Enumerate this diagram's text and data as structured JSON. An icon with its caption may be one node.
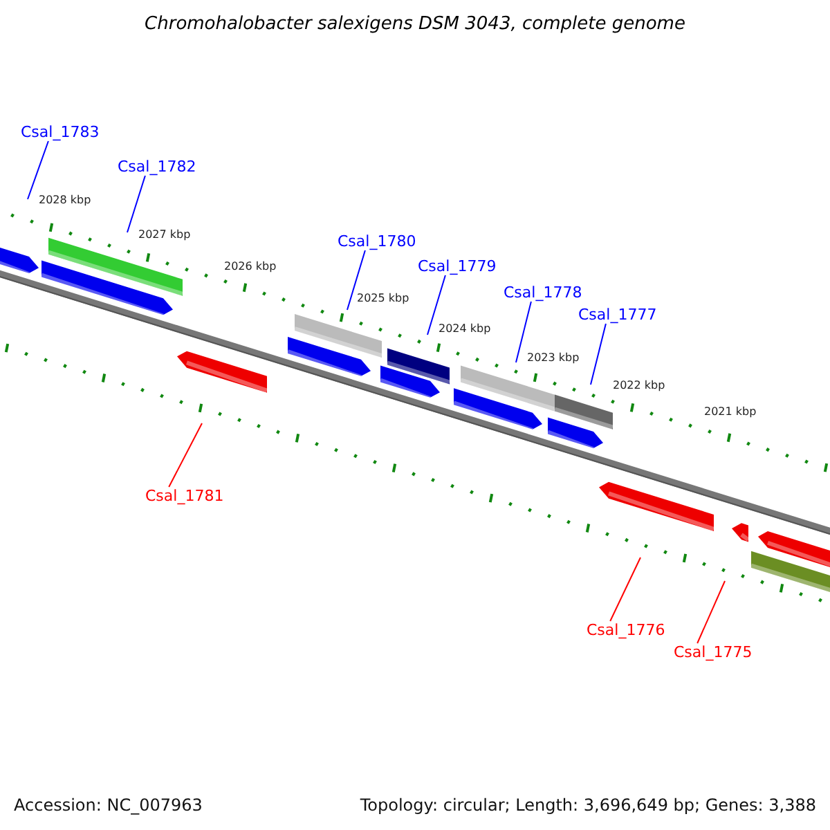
{
  "diagram": {
    "title": "Chromohalobacter salexigens DSM 3043, complete genome",
    "nodes": [
      {
        "text": [
          "Csal_1783"
        ]
      },
      {
        "text": [
          "Csal_1782"
        ]
      },
      {
        "text": [
          "Csal_1780"
        ]
      },
      {
        "text": [
          "Csal_1779"
        ]
      },
      {
        "text": [
          "Csal_1778"
        ]
      },
      {
        "text": [
          "Csal_1777"
        ]
      },
      {
        "text": [
          "Csal_1781"
        ]
      },
      {
        "text": [
          "Csal_1776"
        ]
      },
      {
        "text": [
          "Csal_1775"
        ]
      }
    ],
    "edges": [
      {
        "from": 0,
        "to": null,
        "arrow": "none"
      },
      {
        "from": 1,
        "to": null,
        "arrow": "none"
      },
      {
        "from": 2,
        "to": null,
        "arrow": "none"
      },
      {
        "from": 3,
        "to": null,
        "arrow": "none"
      },
      {
        "from": 4,
        "to": null,
        "arrow": "none"
      },
      {
        "from": 5,
        "to": null,
        "arrow": "none"
      },
      {
        "from": 6,
        "to": null,
        "arrow": "none",
        "color": "#ff0000"
      },
      {
        "from": 7,
        "to": null,
        "arrow": "none",
        "color": "#ff0000"
      },
      {
        "from": 8,
        "to": null,
        "arrow": "none",
        "color": "#ff0000"
      }
    ],
    "labels": [
      "2028 kbp",
      "2027 kbp",
      "2026 kbp",
      "2025 kbp",
      "2024 kbp",
      "2023 kbp",
      "2022 kbp",
      "2021 kbp",
      "Accession: NC_007963",
      "Topology: circular; Length: 3,696,649 bp; Genes: 3,388"
    ]
  }
}
